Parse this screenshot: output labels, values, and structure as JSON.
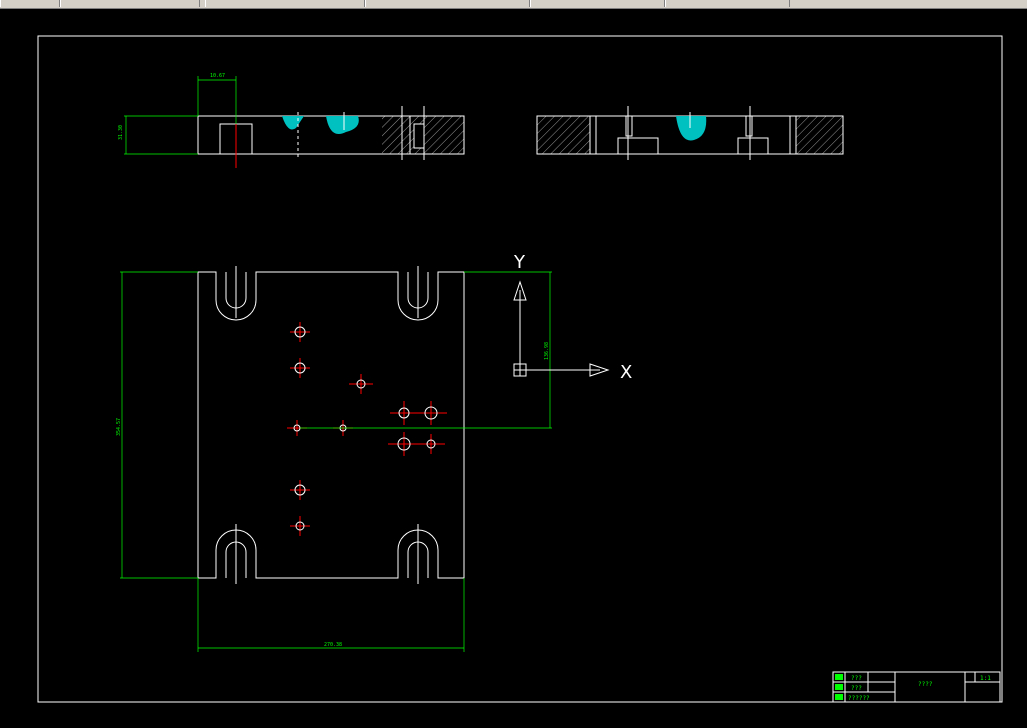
{
  "dimensions": {
    "top_width": "10.67",
    "top_height": "31.30",
    "plan_height": "354.57",
    "plan_width": "270.38",
    "offset_y": "136.98"
  },
  "ucs": {
    "x_label": "X",
    "y_label": "Y"
  },
  "title_block": {
    "field_a": "???",
    "field_b": "???",
    "field_c": "??????",
    "drawing_title": "????",
    "scale": "1:1"
  },
  "colors": {
    "background": "#000000",
    "outline": "#ffffff",
    "dimension": "#00ff00",
    "centerline": "#ff0000",
    "hatch": "#00c0c0"
  },
  "icons": [
    "ucs-icon",
    "hole-marker"
  ]
}
